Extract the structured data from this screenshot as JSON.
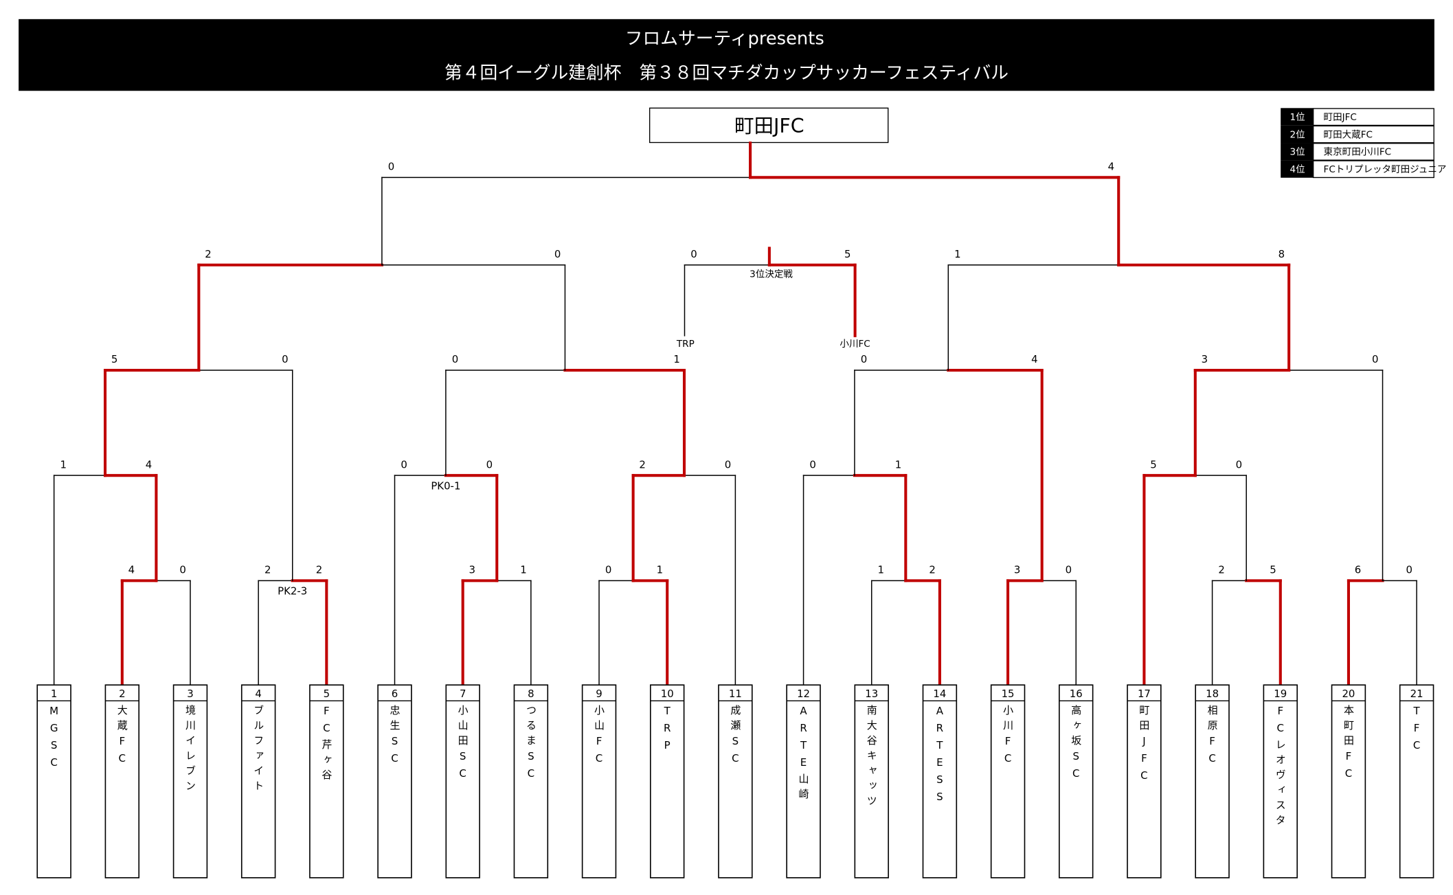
{
  "header": {
    "line1": "フロムサーティpresents",
    "line2": "第４回イーグル建創杯　第３８回マチダカップサッカーフェスティバル"
  },
  "champion": "町田JFC",
  "rankings": [
    {
      "place": "1位",
      "team": "町田JFC"
    },
    {
      "place": "2位",
      "team": "町田大蔵FC"
    },
    {
      "place": "3位",
      "team": "東京町田小川FC"
    },
    {
      "place": "4位",
      "team": "FCトリプレッタ町田ジュニア"
    }
  ],
  "colors": {
    "winner": "#c00000",
    "line": "#000000",
    "header_bg": "#000000"
  },
  "teams": [
    {
      "no": "1",
      "name": "MGSC"
    },
    {
      "no": "2",
      "name": "大蔵FC"
    },
    {
      "no": "3",
      "name": "境川イレブン"
    },
    {
      "no": "4",
      "name": "ブルファイト"
    },
    {
      "no": "5",
      "name": "FC芹ヶ谷"
    },
    {
      "no": "6",
      "name": "忠生SC"
    },
    {
      "no": "7",
      "name": "小山田SC"
    },
    {
      "no": "8",
      "name": "つるまSC"
    },
    {
      "no": "9",
      "name": "小山FC"
    },
    {
      "no": "10",
      "name": "TRP"
    },
    {
      "no": "11",
      "name": "成瀬SC"
    },
    {
      "no": "12",
      "name": "ARTE山崎"
    },
    {
      "no": "13",
      "name": "南大谷キャッツ"
    },
    {
      "no": "14",
      "name": "ARTESS"
    },
    {
      "no": "15",
      "name": "小川FC"
    },
    {
      "no": "16",
      "name": "高ヶ坂SC"
    },
    {
      "no": "17",
      "name": "町田JFC"
    },
    {
      "no": "18",
      "name": "相原FC"
    },
    {
      "no": "19",
      "name": "FCレオヴィスタ"
    },
    {
      "no": "20",
      "name": "本町田FC"
    },
    {
      "no": "21",
      "name": "TFC"
    }
  ],
  "matches": [
    {
      "id": "A",
      "round": 1,
      "left": "t2",
      "right": "t3",
      "score": [
        "4",
        "0"
      ],
      "winner": "left"
    },
    {
      "id": "B",
      "round": 1,
      "left": "t4",
      "right": "t5",
      "score": [
        "2",
        "2"
      ],
      "winner": "right",
      "pk": "PK2-3"
    },
    {
      "id": "C",
      "round": 2,
      "left": "t1",
      "right": "A",
      "score": [
        "1",
        "4"
      ],
      "winner": "right"
    },
    {
      "id": "D",
      "round": 3,
      "left": "C",
      "right": "B",
      "score": [
        "5",
        "0"
      ],
      "winner": "left"
    },
    {
      "id": "E",
      "round": 1,
      "left": "t7",
      "right": "t8",
      "score": [
        "3",
        "1"
      ],
      "winner": "left"
    },
    {
      "id": "F",
      "round": 2,
      "left": "t6",
      "right": "E",
      "score": [
        "0",
        "0"
      ],
      "winner": "right",
      "pk": "PK0-1"
    },
    {
      "id": "G",
      "round": 1,
      "left": "t9",
      "right": "t10",
      "score": [
        "0",
        "1"
      ],
      "winner": "right"
    },
    {
      "id": "H",
      "round": 2,
      "left": "G",
      "right": "t11",
      "score": [
        "2",
        "0"
      ],
      "winner": "left"
    },
    {
      "id": "I",
      "round": 3,
      "left": "F",
      "right": "H",
      "score": [
        "0",
        "1"
      ],
      "winner": "right"
    },
    {
      "id": "J",
      "round": 4,
      "left": "D",
      "right": "I",
      "score": [
        "2",
        "0"
      ],
      "winner": "left"
    },
    {
      "id": "K",
      "round": 1,
      "left": "t13",
      "right": "t14",
      "score": [
        "1",
        "2"
      ],
      "winner": "right"
    },
    {
      "id": "L",
      "round": 2,
      "left": "t12",
      "right": "K",
      "score": [
        "0",
        "1"
      ],
      "winner": "right"
    },
    {
      "id": "M",
      "round": 1,
      "left": "t15",
      "right": "t16",
      "score": [
        "3",
        "0"
      ],
      "winner": "left"
    },
    {
      "id": "N",
      "round": 3,
      "left": "L",
      "right": "M",
      "score": [
        "0",
        "4"
      ],
      "winner": "right"
    },
    {
      "id": "O",
      "round": 1,
      "left": "t18",
      "right": "t19",
      "score": [
        "2",
        "5"
      ],
      "winner": "right"
    },
    {
      "id": "P",
      "round": 2,
      "left": "t17",
      "right": "O",
      "score": [
        "5",
        "0"
      ],
      "winner": "left"
    },
    {
      "id": "Q",
      "round": 1,
      "left": "t20",
      "right": "t21",
      "score": [
        "6",
        "0"
      ],
      "winner": "left"
    },
    {
      "id": "R",
      "round": 3,
      "left": "P",
      "right": "Q",
      "score": [
        "3",
        "0"
      ],
      "winner": "left"
    },
    {
      "id": "S",
      "round": 4,
      "left": "N",
      "right": "R",
      "score": [
        "1",
        "8"
      ],
      "winner": "right"
    },
    {
      "id": "FINAL",
      "round": 5,
      "left": "J",
      "right": "S",
      "score": [
        "0",
        "4"
      ],
      "winner": "right"
    }
  ],
  "third_place": {
    "title": "3位決定戦",
    "left": "TRP",
    "right": "小川FC",
    "score": [
      "0",
      "5"
    ],
    "winner": "right"
  }
}
